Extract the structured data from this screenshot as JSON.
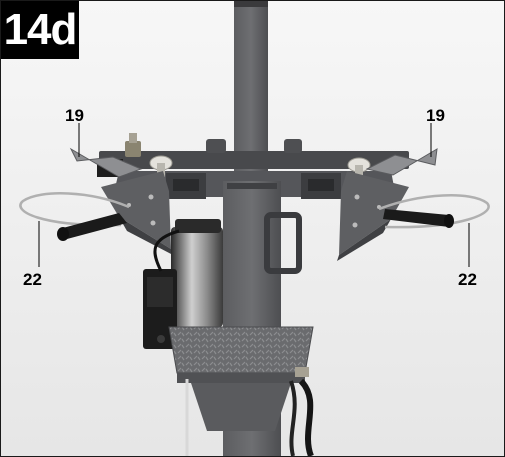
{
  "figure": {
    "label": "14d"
  },
  "callouts": {
    "left_19": "19",
    "right_19": "19",
    "left_22": "22",
    "right_22": "22"
  },
  "colors": {
    "steel_dark": "#4a4b4e",
    "steel_mid": "#6f7073",
    "background": "#f2f2f2",
    "handle": "#1d1d1d",
    "wire": "#a8a8a8"
  }
}
